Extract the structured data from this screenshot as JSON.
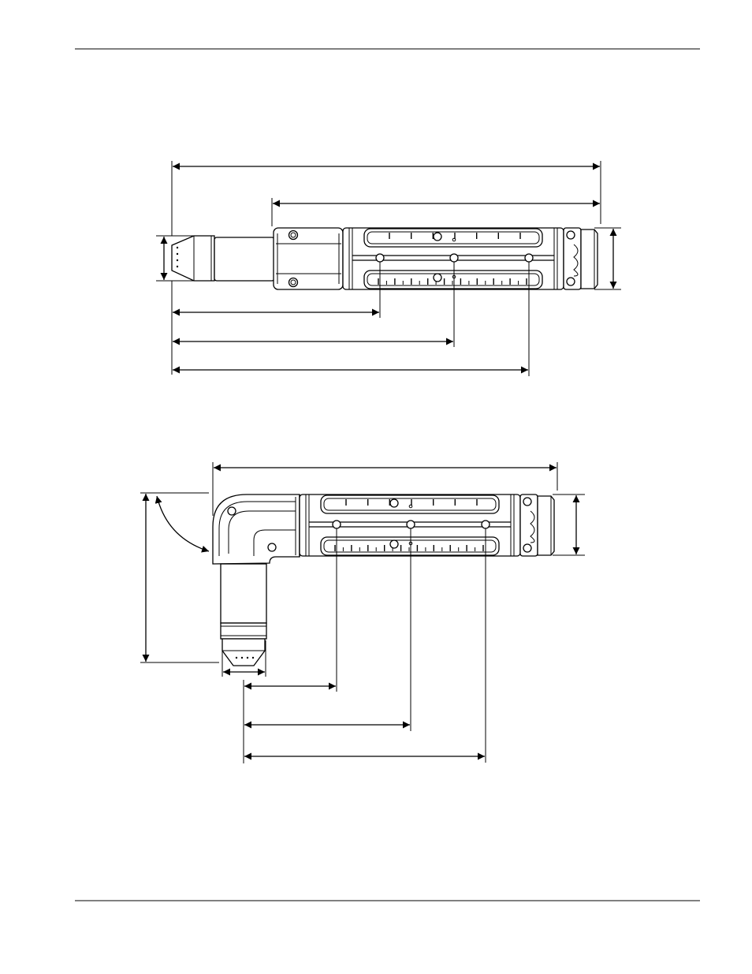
{
  "page": {
    "header_rule": true,
    "footer_rule": true
  },
  "figures": [
    {
      "name": "straight-torch-dimensions",
      "view": "straight",
      "dimension_labels": []
    },
    {
      "name": "right-angle-torch-dimensions",
      "view": "right-angle",
      "dimension_labels": []
    }
  ],
  "colors": {
    "ink": "#000000",
    "paper": "#ffffff"
  }
}
